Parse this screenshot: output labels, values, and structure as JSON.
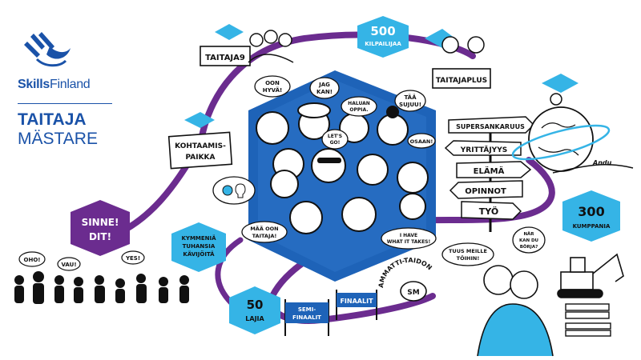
{
  "brand": {
    "logo_name_bold": "Skills",
    "logo_name_light": "Finland",
    "title_line1": "TAITAJA",
    "title_line2": "MÄSTARE"
  },
  "path_labels": {
    "taitaja9": "TAITAJA9",
    "competitors_count": "500",
    "competitors_label": "KILPAILIJAA",
    "taitajaplus": "TAITAJAPLUS",
    "meeting_place_1": "KOHTAAMIS-",
    "meeting_place_2": "PAIKKA",
    "come_here_1": "SINNE!",
    "come_here_2": "DIT!",
    "visitors_1": "KYMMENIÄ",
    "visitors_2": "TUHANSIA",
    "visitors_3": "KÄVIJÖITÄ",
    "events_count": "50",
    "events_label": "LAJIA",
    "semifinals_1": "SEMI-",
    "semifinals_2": "FINAALIT",
    "finals": "FINAALIT",
    "sm_arc": "AMMATTI-TAIDON",
    "sm_badge": "SM",
    "partners_count": "300",
    "partners_label": "KUMPPANIA"
  },
  "signposts": [
    "SUPERSANKARUUS",
    "YRITTÄJYYS",
    "ELÄMÄ",
    "OPINNOT",
    "TYÖ"
  ],
  "speech": {
    "oon_hyva_1": "OON",
    "oon_hyva_2": "HYVÄ!",
    "jag_kan_1": "JAG",
    "jag_kan_2": "KAN!",
    "haluan_1": "HALUAN",
    "haluan_2": "OPPIA.",
    "taa_1": "TÄÄ",
    "taa_2": "SUJUU!",
    "lets_go_1": "LET'S",
    "lets_go_2": "GO!",
    "osaan": "OSAAN!",
    "maa_1": "MÄÄ OON",
    "maa_2": "TAITAJA!",
    "have_1": "I HAVE",
    "have_2": "WHAT IT TAKES!",
    "ohoi": "OHO!",
    "vau": "VAU!",
    "yes": "YES!",
    "tuus_1": "TUUS MEILLE",
    "tuus_2": "TÖIHIN!",
    "nar_1": "NÄR",
    "nar_2": "KAN DU",
    "nar_3": "BÖRJA?"
  },
  "signature": "Andu",
  "colors": {
    "path_purple": "#6b2c8f",
    "brand_blue": "#1a52a8",
    "badge_cyan": "#35b4e6",
    "hex_blue": "#1e63b8"
  }
}
